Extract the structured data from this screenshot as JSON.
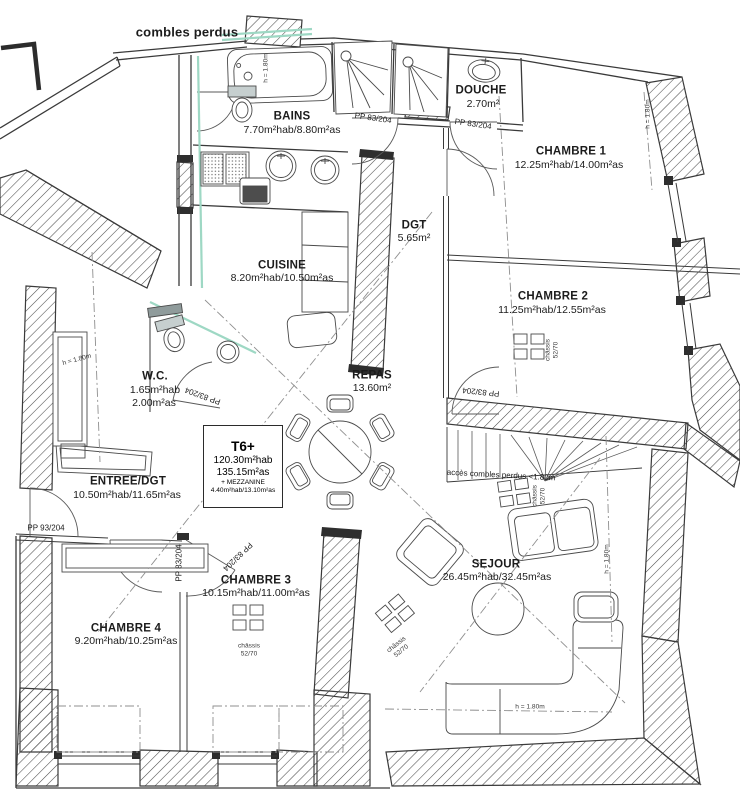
{
  "plan": {
    "unit": {
      "title": "T6+",
      "hab": "120.30m²hab",
      "as": "135.15m²as",
      "mezzanine": "+ MEZZANINE",
      "mezzanine_area": "4.40m²hab/13.10m²as"
    },
    "rooms": [
      {
        "name": "BAINS",
        "area": "7.70m²hab/8.80m²as"
      },
      {
        "name": "DOUCHE",
        "area": "2.70m²"
      },
      {
        "name": "CHAMBRE 1",
        "area": "12.25m²hab/14.00m²as"
      },
      {
        "name": "DGT",
        "area": "5.65m²"
      },
      {
        "name": "CUISINE",
        "area": "8.20m²hab/10.50m²as"
      },
      {
        "name": "CHAMBRE 2",
        "area": "11.25m²hab/12.55m²as"
      },
      {
        "name": "W.C.",
        "area": "1.65m²hab",
        "area2": "2.00m²as"
      },
      {
        "name": "REPAS",
        "area": "13.60m²"
      },
      {
        "name": "ENTREE/DGT",
        "area": "10.50m²hab/11.65m²as"
      },
      {
        "name": "CHAMBRE 3",
        "area": "10.15m²hab/11.00m²as"
      },
      {
        "name": "CHAMBRE 4",
        "area": "9.20m²hab/10.25m²as"
      },
      {
        "name": "SEJOUR",
        "area": "26.45m²hab/32.45m²as"
      }
    ],
    "annotations": {
      "attic": "combles perdus",
      "attic_access": "accès combles perdus <1.80m",
      "height": "h = 1.80m",
      "chassis": "châssis",
      "chassis_size": "52/70",
      "door_standard": "PP 83/204",
      "door_entrance": "PP 93/204"
    },
    "colors": {
      "line": "#3a3a3a",
      "plumbing": "#9ed8c4",
      "paper": "#ffffff"
    }
  }
}
